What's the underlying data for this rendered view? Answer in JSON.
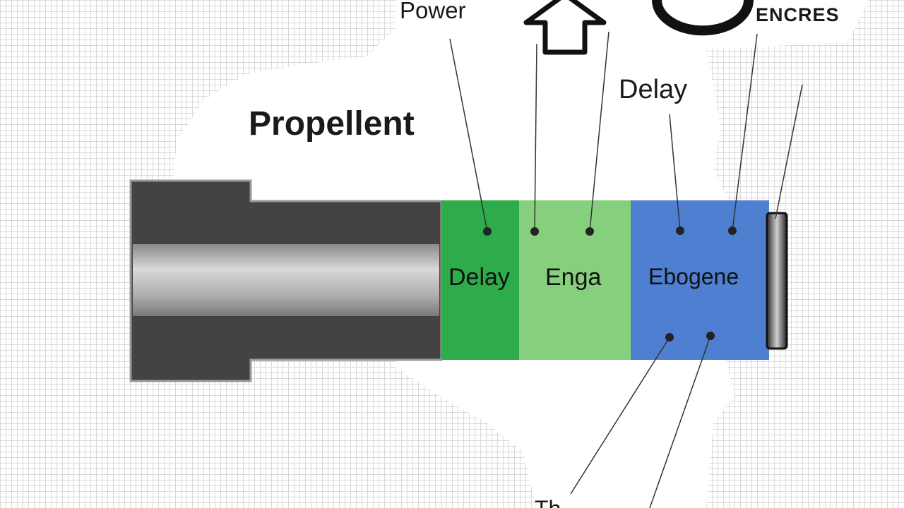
{
  "labels": {
    "power": "Power",
    "brand": "ENCRES",
    "delay_top": "Delay",
    "propellent": "Propellent",
    "bottom_partial": "Th"
  },
  "segments": {
    "delay": "Delay",
    "enga": "Enga",
    "ebogene": "Ebogene"
  },
  "colors": {
    "casing": "#434343",
    "bore": "#b9b9b9",
    "delay_green": "#2eab4b",
    "light_green": "#86cf7c",
    "blue": "#4f7fd0",
    "cap": "#1e1e1e"
  }
}
